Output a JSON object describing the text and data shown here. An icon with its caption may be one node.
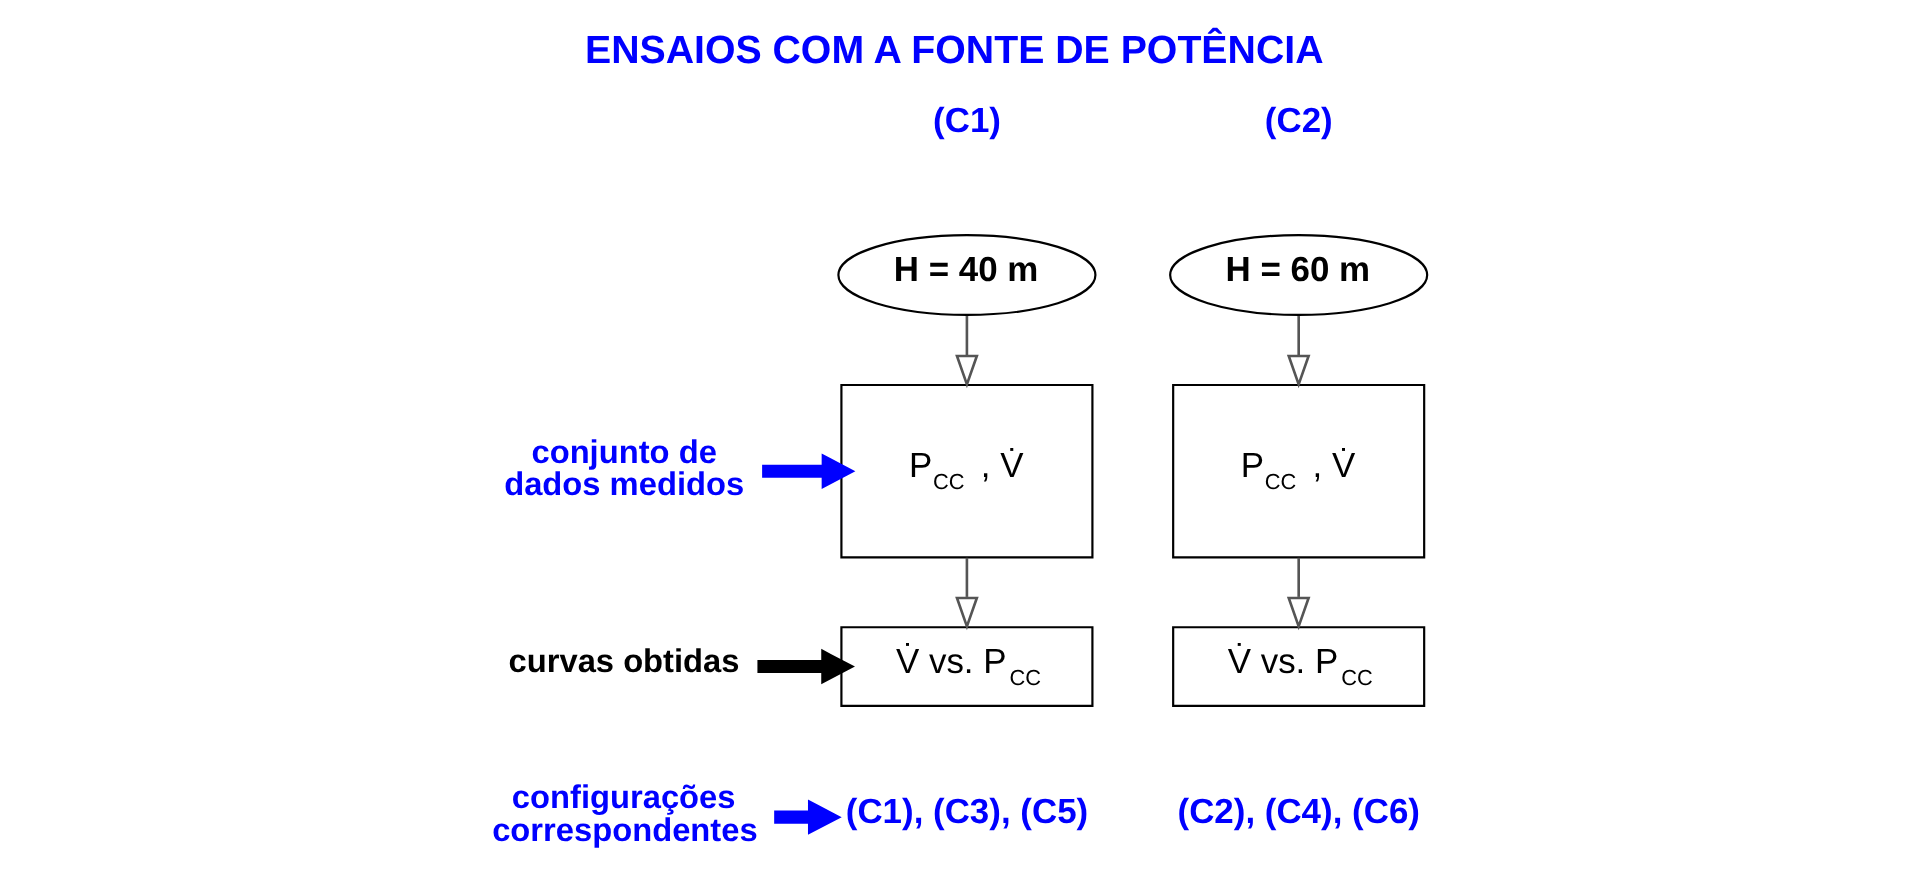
{
  "diagram": {
    "title": "ENSAIOS COM A FONTE DE POTÊNCIA",
    "nodes": [
      {
        "text": [
          "H = 40 m"
        ],
        "beside": [
          "(C1)"
        ]
      },
      {
        "text": [
          "P$_{CC}$ , V̇"
        ]
      },
      {
        "text": [
          "V̇ vs. P$_{CC}$"
        ]
      },
      {
        "text": [
          "H = 60 m"
        ],
        "beside": [
          "(C2)"
        ]
      },
      {
        "text": [
          "P$_{CC}$ , V̇"
        ]
      },
      {
        "text": [
          "V̇ vs. P$_{CC}$"
        ]
      },
      {
        "text": [
          "conjunto de dados medidos"
        ]
      },
      {
        "text": [
          "curvas obtidas"
        ]
      },
      {
        "text": [
          "configurações correspondentes"
        ]
      },
      {
        "text": [
          "(C1), (C3), (C5)"
        ]
      }
    ],
    "edges": [
      {
        "from": 0,
        "to": 1,
        "arrow": "to"
      },
      {
        "from": 1,
        "to": 2,
        "arrow": "to"
      },
      {
        "from": 3,
        "to": 4,
        "arrow": "to"
      },
      {
        "from": 4,
        "to": 5,
        "arrow": "to"
      },
      {
        "from": 6,
        "to": 1,
        "arrow": "to",
        "style": "thick",
        "color": "#0000ff"
      },
      {
        "from": 7,
        "to": 2,
        "arrow": "to",
        "style": "thick",
        "color": "#000000"
      },
      {
        "from": 8,
        "to": 9,
        "arrow": "to",
        "style": "thick",
        "color": "#0000ff"
      }
    ],
    "labels": [
      "(C2), (C4), (C6)"
    ]
  }
}
